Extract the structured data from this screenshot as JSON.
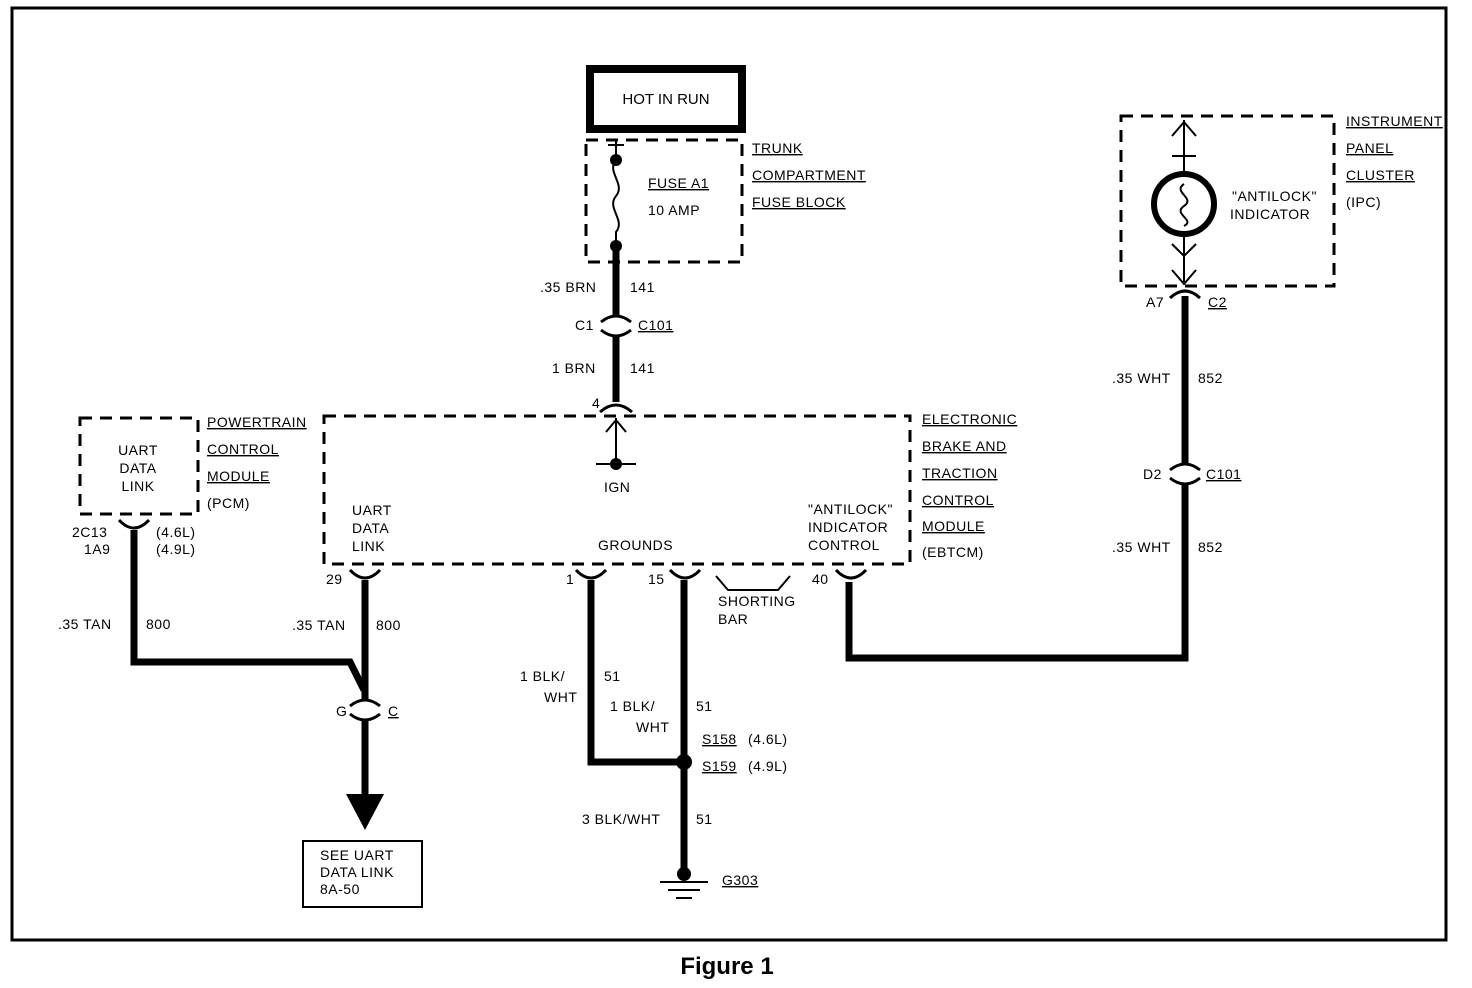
{
  "figure_caption": "Figure 1",
  "power_source": {
    "label": "HOT IN RUN"
  },
  "fuse_block": {
    "fuse_name": "FUSE A1",
    "fuse_rating": "10 AMP",
    "name_lines": [
      "TRUNK",
      "COMPARTMENT",
      "FUSE BLOCK"
    ]
  },
  "fuse_output_wire": {
    "gauge_color": ".35 BRN",
    "circuit": "141"
  },
  "connector_c101_top": {
    "pin": "C1",
    "name": "C101"
  },
  "fuse_to_ebtcm_wire": {
    "gauge_color": "1 BRN",
    "circuit": "141"
  },
  "ebtcm": {
    "name_lines": [
      "ELECTRONIC",
      "BRAKE AND",
      "TRACTION",
      "CONTROL",
      "MODULE",
      "(EBTCM)"
    ],
    "ign_pin": "4",
    "ign_label": "IGN",
    "uart_label_lines": [
      "UART",
      "DATA",
      "LINK"
    ],
    "grounds_label": "GROUNDS",
    "antilock_label_lines": [
      "\"ANTILOCK\"",
      "INDICATOR",
      "CONTROL"
    ],
    "pin_uart": "29",
    "pin_ground_1": "1",
    "pin_ground_2": "15",
    "pin_antilock": "40",
    "shorting_bar_lines": [
      "SHORTING",
      "BAR"
    ]
  },
  "pcm": {
    "name_lines": [
      "POWERTRAIN",
      "CONTROL",
      "MODULE",
      "(PCM)"
    ],
    "uart_label_lines": [
      "UART",
      "DATA",
      "LINK"
    ],
    "pin_lines": [
      "2C13",
      "1A9"
    ],
    "engine_lines": [
      "(4.6L)",
      "(4.9L)"
    ]
  },
  "pcm_wire": {
    "gauge_color": ".35 TAN",
    "circuit": "800"
  },
  "ebtcm_uart_wire": {
    "gauge_color": ".35 TAN",
    "circuit": "800"
  },
  "connector_g": {
    "pin": "G",
    "name": "C"
  },
  "uart_ref_box": {
    "lines": [
      "SEE UART",
      "DATA LINK",
      "8A-50"
    ]
  },
  "ground_wire_1": {
    "gauge_lines": [
      "1 BLK/",
      "WHT"
    ],
    "circuit": "51"
  },
  "ground_wire_2": {
    "gauge_lines": [
      "1 BLK/",
      "WHT"
    ],
    "circuit": "51"
  },
  "splices": [
    {
      "name": "S158",
      "engine": "(4.6L)"
    },
    {
      "name": "S159",
      "engine": "(4.9L)"
    }
  ],
  "ground_main_wire": {
    "gauge_color": "3 BLK/WHT",
    "circuit": "51"
  },
  "ground_point": {
    "name": "G303"
  },
  "ipc": {
    "name_lines": [
      "INSTRUMENT",
      "PANEL",
      "CLUSTER",
      "(IPC)"
    ],
    "indicator_lines": [
      "\"ANTILOCK\"",
      "INDICATOR"
    ],
    "pin": "A7",
    "connector": "C2"
  },
  "ipc_wire_top": {
    "gauge_color": ".35 WHT",
    "circuit": "852"
  },
  "connector_c101_right": {
    "pin": "D2",
    "name": "C101"
  },
  "ipc_wire_bottom": {
    "gauge_color": ".35 WHT",
    "circuit": "852"
  }
}
